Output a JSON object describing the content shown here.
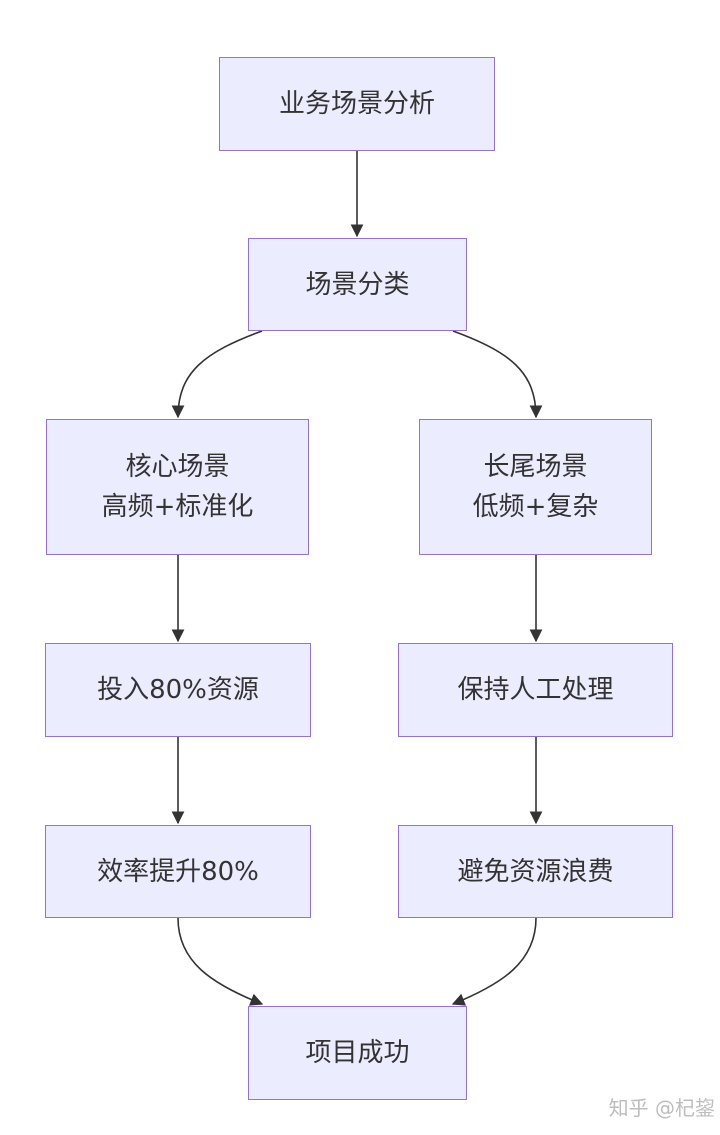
{
  "diagram": {
    "type": "flowchart",
    "colors": {
      "node_fill": "#ececff",
      "node_border": "#9370db",
      "edge": "#333333",
      "text": "#333333"
    },
    "nodes": {
      "analysis": {
        "lines": [
          "业务场景分析"
        ]
      },
      "classify": {
        "lines": [
          "场景分类"
        ]
      },
      "core": {
        "lines": [
          "核心场景",
          "高频+标准化"
        ]
      },
      "longtail": {
        "lines": [
          "长尾场景",
          "低频+复杂"
        ]
      },
      "invest": {
        "lines": [
          "投入80%资源"
        ]
      },
      "manual": {
        "lines": [
          "保持人工处理"
        ]
      },
      "efficiency": {
        "lines": [
          "效率提升80%"
        ]
      },
      "avoid_waste": {
        "lines": [
          "避免资源浪费"
        ]
      },
      "success": {
        "lines": [
          "项目成功"
        ]
      }
    },
    "edges": [
      {
        "from": "analysis",
        "to": "classify"
      },
      {
        "from": "classify",
        "to": "core"
      },
      {
        "from": "classify",
        "to": "longtail"
      },
      {
        "from": "core",
        "to": "invest"
      },
      {
        "from": "longtail",
        "to": "manual"
      },
      {
        "from": "invest",
        "to": "efficiency"
      },
      {
        "from": "manual",
        "to": "avoid_waste"
      },
      {
        "from": "efficiency",
        "to": "success"
      },
      {
        "from": "avoid_waste",
        "to": "success"
      }
    ]
  },
  "watermark": "知乎 @杞鋆"
}
